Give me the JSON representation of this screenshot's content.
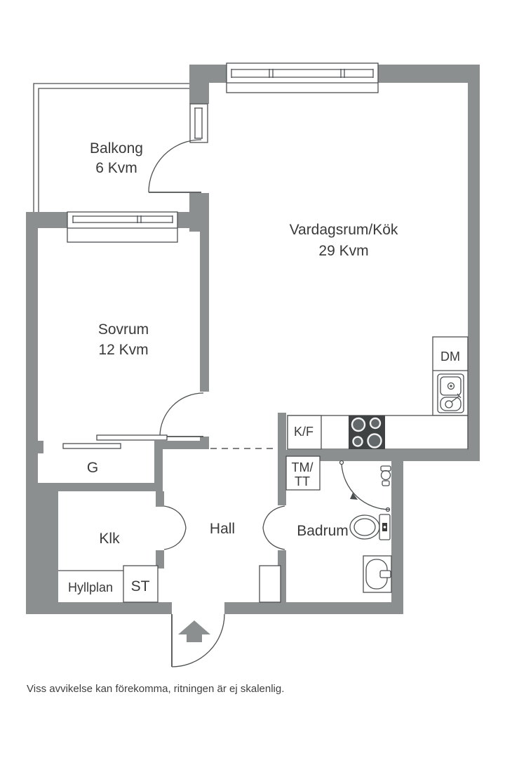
{
  "colors": {
    "wall": "#8b8f8f",
    "line": "#4c4f50",
    "text": "#3a3a3a",
    "stove": "#3f4243",
    "arrow": "#8b8f8f"
  },
  "rooms": {
    "balcony": {
      "label": "Balkong",
      "area": "6 Kvm"
    },
    "living": {
      "label": "Vardagsrum/Kök",
      "area": "29 Kvm"
    },
    "bedroom": {
      "label": "Sovrum",
      "area": "12 Kvm"
    },
    "hall": {
      "label": "Hall"
    },
    "bathroom": {
      "label": "Badrum"
    },
    "closet": {
      "label": "Klk"
    },
    "wardrobe": {
      "label": "G"
    },
    "shelf": {
      "label": "Hyllplan"
    },
    "storage": {
      "label": "ST"
    }
  },
  "fixtures": {
    "fridge_freezer": "K/F",
    "washer_line1": "TM/",
    "washer_line2": "TT",
    "dishwasher": "DM"
  },
  "footer": {
    "disclaimer": "Viss avvikelse kan förekomma, ritningen är ej skalenlig."
  }
}
